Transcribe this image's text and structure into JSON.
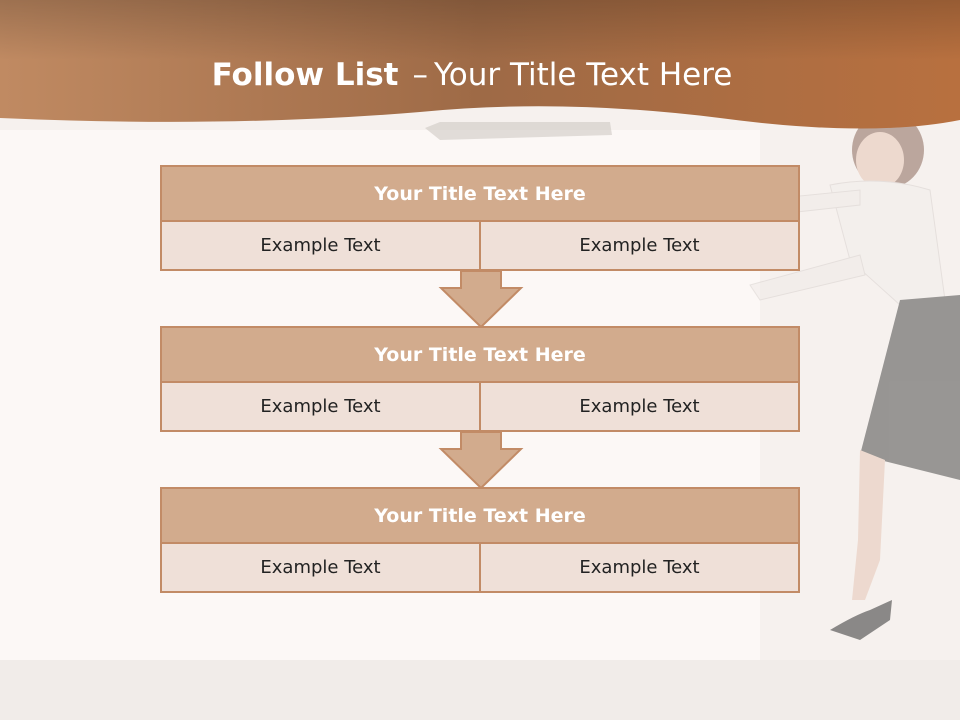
{
  "slide": {
    "title_bold": "Follow List",
    "title_separator": "–",
    "title_rest": "Your Title Text Here"
  },
  "steps": [
    {
      "header": "Your Title Text Here",
      "cells": [
        "Example Text",
        "Example Text"
      ]
    },
    {
      "header": "Your Title Text Here",
      "cells": [
        "Example Text",
        "Example Text"
      ]
    },
    {
      "header": "Your Title Text Here",
      "cells": [
        "Example Text",
        "Example Text"
      ]
    }
  ],
  "colors": {
    "banner": "#b87347",
    "header_fill": "#d2ab8d",
    "cell_fill": "#efe0d8",
    "border": "#c28b66",
    "background": "#f7f3f0"
  }
}
